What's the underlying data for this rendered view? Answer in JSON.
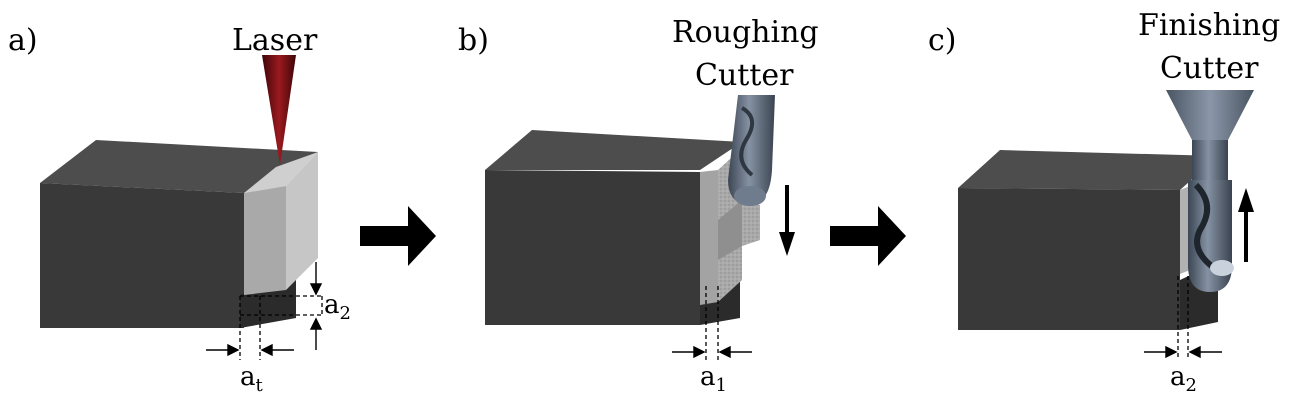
{
  "panels": [
    {
      "letter": "a)",
      "title_lines": [
        "Laser"
      ],
      "dims": [
        "a",
        "2",
        "a",
        "t"
      ]
    },
    {
      "letter": "b)",
      "title_lines": [
        "Roughing",
        "Cutter"
      ],
      "dims": [
        "a",
        "1"
      ]
    },
    {
      "letter": "c)",
      "title_lines": [
        "Finishing",
        "Cutter"
      ],
      "dims": [
        "a",
        "2"
      ]
    }
  ],
  "colors": {
    "block_front": "#3a3a3a",
    "block_top": "#4d4d4d",
    "layer_front": "#a7a7a7",
    "layer_side": "#c9c9c9",
    "laser": "#7a0e12",
    "tool": "#5d6b7c",
    "arrow": "#000000"
  },
  "icons": [
    "process-arrow-icon",
    "process-arrow-icon"
  ]
}
